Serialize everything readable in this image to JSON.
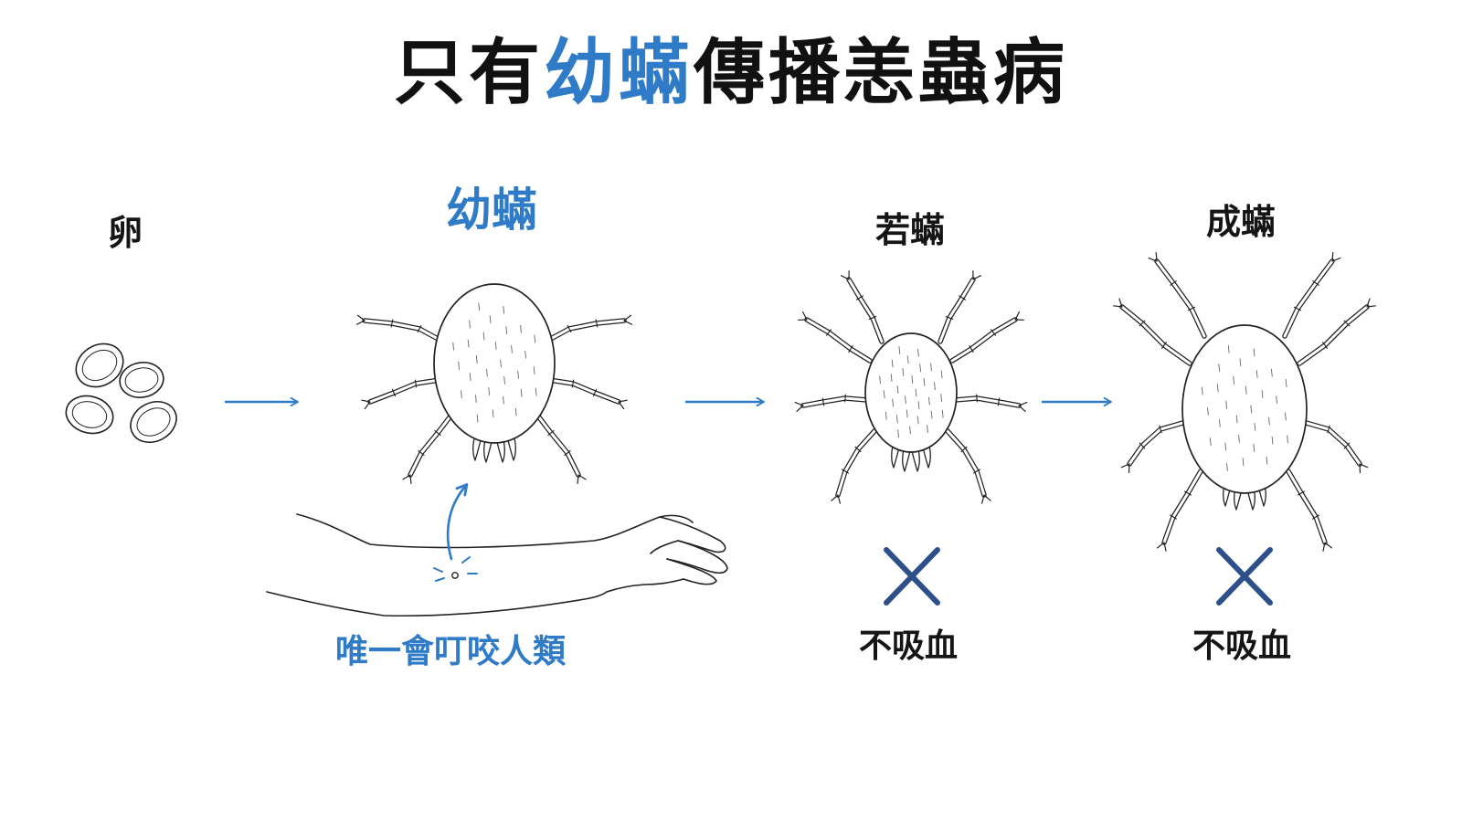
{
  "title": {
    "prefix": "只有",
    "highlight": "幼蟎",
    "suffix": "傳播恙蟲病"
  },
  "stages": [
    {
      "id": "egg",
      "label": "卵"
    },
    {
      "id": "larva",
      "label": "幼蟎",
      "note": "唯一會叮咬人類"
    },
    {
      "id": "nymph",
      "label": "若蟎",
      "note": "不吸血"
    },
    {
      "id": "adult",
      "label": "成蟎",
      "note": "不吸血"
    }
  ],
  "colors": {
    "accent": "#2f7bc8",
    "text": "#111111",
    "cross": "#2d4f8a",
    "line": "#222222"
  },
  "icons": [
    "egg-cluster-icon",
    "arrow-right-icon",
    "mite-larva-icon",
    "mite-nymph-icon",
    "mite-adult-icon",
    "human-arm-icon",
    "bite-arrow-icon",
    "cross-icon"
  ]
}
